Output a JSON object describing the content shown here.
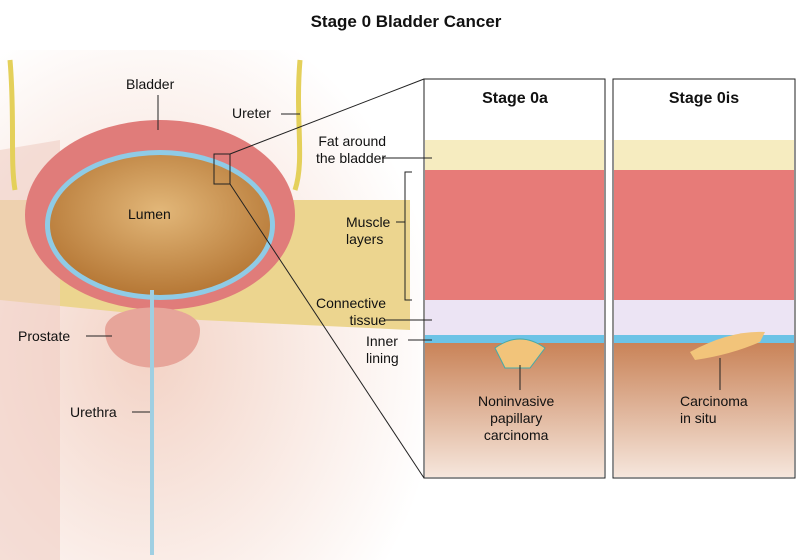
{
  "title": "Stage 0 Bladder Cancer",
  "panels": [
    {
      "title": "Stage 0a",
      "tumor_label": [
        "Noninvasive",
        "papillary",
        "carcinoma"
      ]
    },
    {
      "title": "Stage 0is",
      "tumor_label": [
        "Carcinoma",
        "in situ"
      ]
    }
  ],
  "labels": {
    "bladder": "Bladder",
    "ureter": "Ureter",
    "fat": [
      "Fat around",
      "the bladder"
    ],
    "lumen": "Lumen",
    "muscle": [
      "Muscle",
      "layers"
    ],
    "connective": [
      "Connective",
      "tissue"
    ],
    "inner": [
      "Inner",
      "lining"
    ],
    "prostate": "Prostate",
    "urethra": "Urethra"
  },
  "colors": {
    "fat": "#f6ecc0",
    "muscle": "#e77b78",
    "connective": "#ece4f4",
    "lining": "#6cc3e6",
    "tissue": "#d99168"
  }
}
